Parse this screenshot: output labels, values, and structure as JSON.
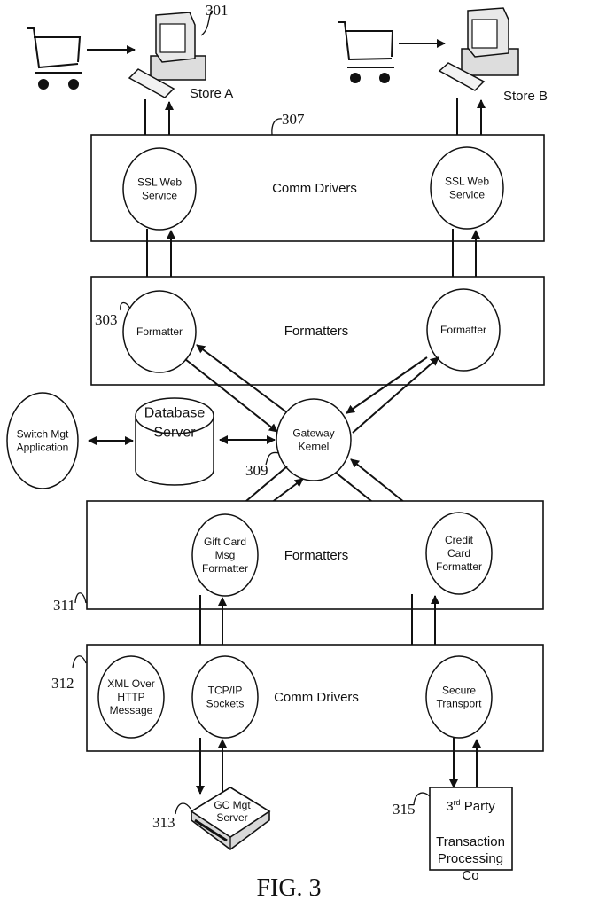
{
  "figure": {
    "caption": "FIG. 3",
    "stores": [
      {
        "label": "Store A",
        "ref": "301",
        "icons": [
          "shopping-cart-icon",
          "computer-icon"
        ]
      },
      {
        "label": "Store B",
        "ref": "",
        "icons": [
          "shopping-cart-icon",
          "computer-icon"
        ]
      }
    ],
    "layers": [
      {
        "label": "Comm Drivers",
        "ref": "307",
        "nodes": [
          "SSL Web|Service",
          "SSL Web|Service"
        ]
      },
      {
        "label": "Formatters",
        "ref": "303",
        "nodes": [
          "Formatter",
          "Formatter"
        ]
      },
      {
        "label": "Formatters",
        "ref": "311",
        "nodes": [
          "Gift Card|Msg|Formatter",
          "Credit|Card|Formatter"
        ]
      },
      {
        "label": "Comm Drivers",
        "ref": "312",
        "nodes": [
          "XML Over|HTTP|Message",
          "TCP/IP|Sockets",
          "Secure|Transport"
        ]
      }
    ],
    "middle": {
      "switch_mgt": "Switch Mgt|Application",
      "database": "Database|Server",
      "gateway": "Gateway|Kernel",
      "gateway_ref": "309"
    },
    "endpoints": {
      "gc_server": "GC Mgt|Server",
      "gc_server_ref": "313",
      "third_party": "3rd Party|Transaction|Processing|Co",
      "third_party_ref": "315"
    }
  }
}
